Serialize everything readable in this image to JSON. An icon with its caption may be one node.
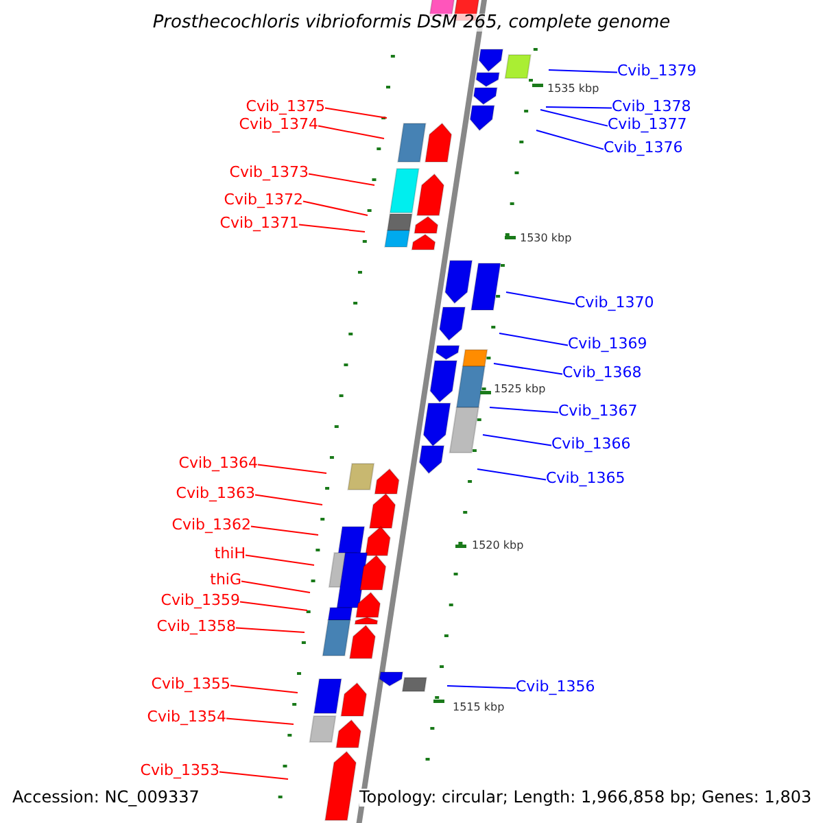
{
  "diagram": {
    "title": "Prosthecochloris vibrioformis DSM 265, complete genome",
    "nodes": [
      {
        "text": [
          "Cvib_1379"
        ]
      },
      {
        "text": [
          "Cvib_1378"
        ]
      },
      {
        "text": [
          "Cvib_1375"
        ]
      },
      {
        "text": [
          "Cvib_1377"
        ]
      },
      {
        "text": [
          "Cvib_1374"
        ]
      },
      {
        "text": [
          "Cvib_1376"
        ]
      },
      {
        "text": [
          "Cvib_1373"
        ]
      },
      {
        "text": [
          "Cvib_1372"
        ]
      },
      {
        "text": [
          "Cvib_1371"
        ]
      },
      {
        "text": [
          "Cvib_1370"
        ]
      },
      {
        "text": [
          "Cvib_1369"
        ]
      },
      {
        "text": [
          "Cvib_1368"
        ]
      },
      {
        "text": [
          "Cvib_1367"
        ]
      },
      {
        "text": [
          "Cvib_1366"
        ]
      },
      {
        "text": [
          "Cvib_1364"
        ]
      },
      {
        "text": [
          "Cvib_1365"
        ]
      },
      {
        "text": [
          "Cvib_1363"
        ]
      },
      {
        "text": [
          "Cvib_1362"
        ]
      },
      {
        "text": [
          "thiH"
        ]
      },
      {
        "text": [
          "thiG"
        ]
      },
      {
        "text": [
          "Cvib_1359"
        ]
      },
      {
        "text": [
          "Cvib_1358"
        ]
      },
      {
        "text": [
          "Cvib_1355"
        ]
      },
      {
        "text": [
          "Cvib_1356"
        ]
      },
      {
        "text": [
          "Cvib_1354"
        ]
      },
      {
        "text": [
          "Cvib_1353"
        ]
      }
    ],
    "edges": [
      {
        "from": 0,
        "to": null,
        "arrow": "none",
        "color": "#0000ff"
      },
      {
        "from": 1,
        "to": null,
        "arrow": "none",
        "color": "#0000ff"
      },
      {
        "from": 2,
        "to": null,
        "arrow": "none",
        "color": "#ff0000"
      },
      {
        "from": 3,
        "to": null,
        "arrow": "none",
        "color": "#0000ff"
      },
      {
        "from": 4,
        "to": null,
        "arrow": "none",
        "color": "#ff0000"
      },
      {
        "from": 5,
        "to": null,
        "arrow": "none",
        "color": "#0000ff"
      },
      {
        "from": 6,
        "to": null,
        "arrow": "none",
        "color": "#ff0000"
      },
      {
        "from": 7,
        "to": null,
        "arrow": "none",
        "color": "#ff0000"
      },
      {
        "from": 8,
        "to": null,
        "arrow": "none",
        "color": "#ff0000"
      },
      {
        "from": 9,
        "to": null,
        "arrow": "none",
        "color": "#0000ff"
      },
      {
        "from": 10,
        "to": null,
        "arrow": "none",
        "color": "#0000ff"
      },
      {
        "from": 11,
        "to": null,
        "arrow": "none",
        "color": "#0000ff"
      },
      {
        "from": 12,
        "to": null,
        "arrow": "none",
        "color": "#0000ff"
      },
      {
        "from": 13,
        "to": null,
        "arrow": "none",
        "color": "#0000ff"
      },
      {
        "from": 14,
        "to": null,
        "arrow": "none",
        "color": "#ff0000"
      },
      {
        "from": 15,
        "to": null,
        "arrow": "none",
        "color": "#0000ff"
      },
      {
        "from": 16,
        "to": null,
        "arrow": "none",
        "color": "#ff0000"
      },
      {
        "from": 17,
        "to": null,
        "arrow": "none",
        "color": "#ff0000"
      },
      {
        "from": 18,
        "to": null,
        "arrow": "none",
        "color": "#ff0000"
      },
      {
        "from": 19,
        "to": null,
        "arrow": "none",
        "color": "#ff0000"
      },
      {
        "from": 20,
        "to": null,
        "arrow": "none",
        "color": "#ff0000"
      },
      {
        "from": 21,
        "to": null,
        "arrow": "none",
        "color": "#ff0000"
      },
      {
        "from": 22,
        "to": null,
        "arrow": "none",
        "color": "#ff0000"
      },
      {
        "from": 23,
        "to": null,
        "arrow": "none",
        "color": "#0000ff"
      },
      {
        "from": 24,
        "to": null,
        "arrow": "none",
        "color": "#ff0000"
      },
      {
        "from": 25,
        "to": null,
        "arrow": "none",
        "color": "#ff0000"
      }
    ],
    "labels": [
      "1535 kbp",
      "1530 kbp",
      "1525 kbp",
      "1520 kbp",
      "1515 kbp",
      "Accession: NC_009337",
      "Topology: circular; Length: 1,966,858 bp; Genes: 1,803"
    ]
  }
}
